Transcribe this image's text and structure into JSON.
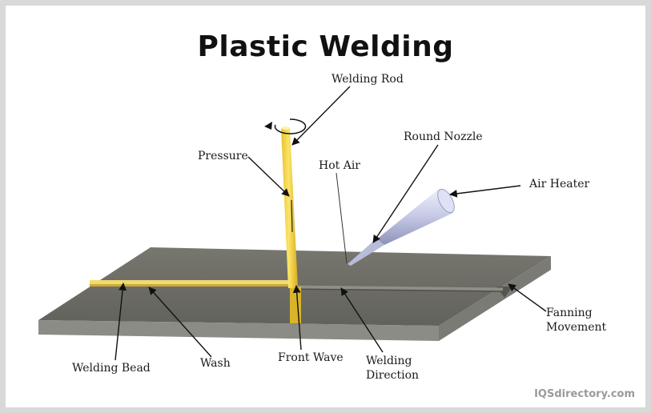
{
  "title": "Plastic Welding",
  "labels": {
    "welding_rod": "Welding Rod",
    "round_nozzle": "Round Nozzle",
    "pressure": "Pressure",
    "hot_air": "Hot Air",
    "air_heater": "Air Heater",
    "fanning_movement_1": "Fanning",
    "fanning_movement_2": "Movement",
    "welding_bead": "Welding Bead",
    "wash": "Wash",
    "front_wave": "Front Wave",
    "welding_direction_1": "Welding",
    "welding_direction_2": "Direction"
  },
  "watermark": "IQSdirectory.com",
  "colors": {
    "plate_top": "#6b6b66",
    "plate_side": "#8e8e88",
    "rod": "#f2d44a",
    "bead": "#f0d66a",
    "nozzle": "#c7cbe6"
  }
}
